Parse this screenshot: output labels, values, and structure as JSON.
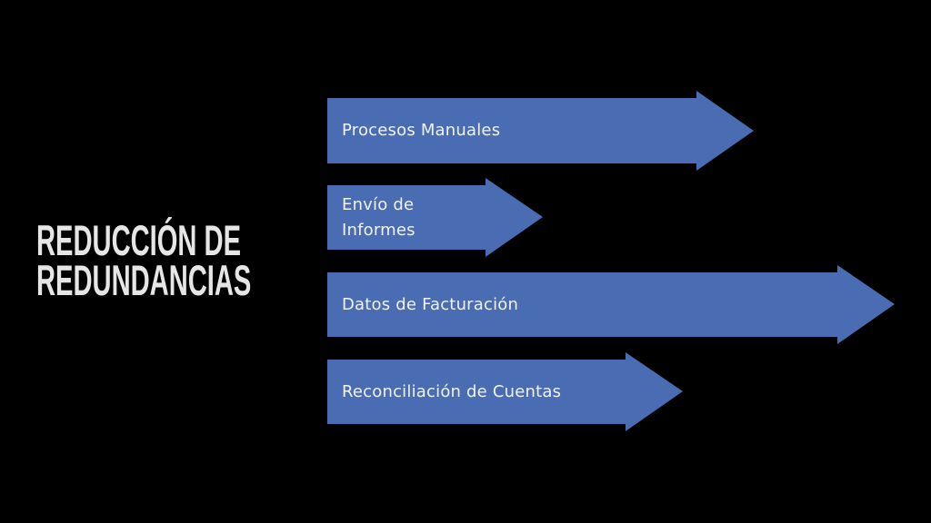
{
  "title": {
    "line1": "REDUCCIÓN DE",
    "line2": "REDUNDANCIAS"
  },
  "arrow_color": "#4a6cb3",
  "arrows": [
    {
      "label_lines": [
        "Procesos Manuales"
      ]
    },
    {
      "label_lines": [
        "Envío de",
        "Informes"
      ]
    },
    {
      "label_lines": [
        "Datos de Facturación"
      ]
    },
    {
      "label_lines": [
        "Reconciliación de Cuentas"
      ]
    }
  ]
}
